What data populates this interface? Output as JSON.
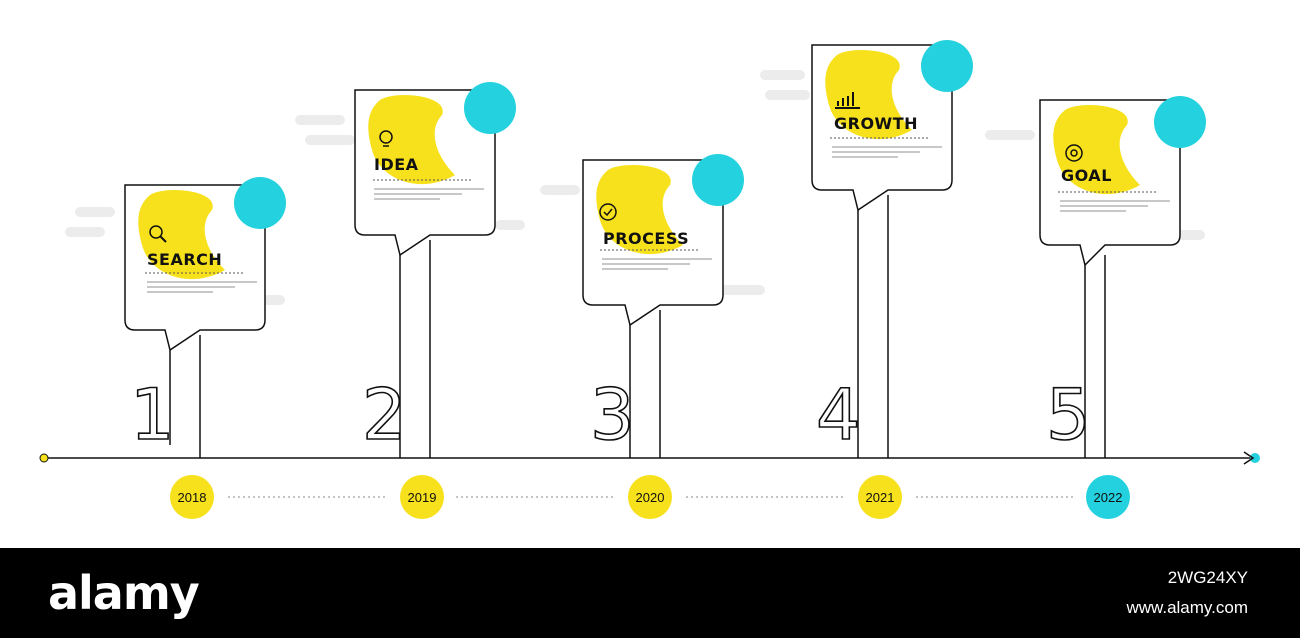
{
  "steps": [
    {
      "number": "1",
      "label": "SEARCH",
      "year": "2018",
      "icon": "magnifier-icon"
    },
    {
      "number": "2",
      "label": "IDEA",
      "year": "2019",
      "icon": "lightbulb-icon"
    },
    {
      "number": "3",
      "label": "PROCESS",
      "year": "2020",
      "icon": "gear-check-icon"
    },
    {
      "number": "4",
      "label": "GROWTH",
      "year": "2021",
      "icon": "bar-chart-icon"
    },
    {
      "number": "5",
      "label": "GOAL",
      "year": "2022",
      "icon": "target-icon"
    }
  ],
  "colors": {
    "yellow": "#f7e11c",
    "cyan": "#24d1de",
    "line": "#111111"
  },
  "footer": {
    "brand": "alamy",
    "image_id": "2WG24XY",
    "site": "www.alamy.com"
  }
}
